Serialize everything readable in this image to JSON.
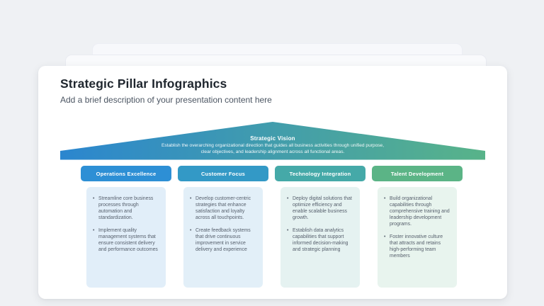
{
  "slide": {
    "title": "Strategic Pillar Infographics",
    "subtitle": "Add a brief description of your presentation content here"
  },
  "roof": {
    "title": "Strategic Vision",
    "description_line1": "Establish the overarching organizational direction that guides all business activities through unified purpose,",
    "description_line2": "clear objectives, and leadership alignment across all functional areas.",
    "gradient_start": "#2B86CF",
    "gradient_end": "#58B389",
    "text_color": "#FFFFFF"
  },
  "pillars": [
    {
      "label": "Operations Excellence",
      "header_color": "#2D8FD5",
      "body_color": "#E1EEF9",
      "bullets": [
        "Streamline core business processes through automation and standardization.",
        "Implement quality management systems that ensure consistent delivery and performance outcomes"
      ]
    },
    {
      "label": "Customer Focus",
      "header_color": "#3399C6",
      "body_color": "#E2EFF8",
      "bullets": [
        "Develop customer-centric strategies that enhance satisfaction and loyalty across all touchpoints.",
        "Create feedback systems that drive continuous improvement in service delivery and experience"
      ]
    },
    {
      "label": "Technology Integration",
      "header_color": "#45A9A8",
      "body_color": "#E5F2F1",
      "bullets": [
        "Deploy digital solutions that optimize efficiency and enable scalable business growth.",
        "Establish data analytics capabilities that support informed decision-making and strategic planning"
      ]
    },
    {
      "label": "Talent Development",
      "header_color": "#5BB486",
      "body_color": "#E8F4EE",
      "bullets": [
        "Build organizational capabilities through comprehensive training and leadership development programs.",
        "Foster innovative culture that attracts and retains high-performing team members"
      ]
    }
  ]
}
